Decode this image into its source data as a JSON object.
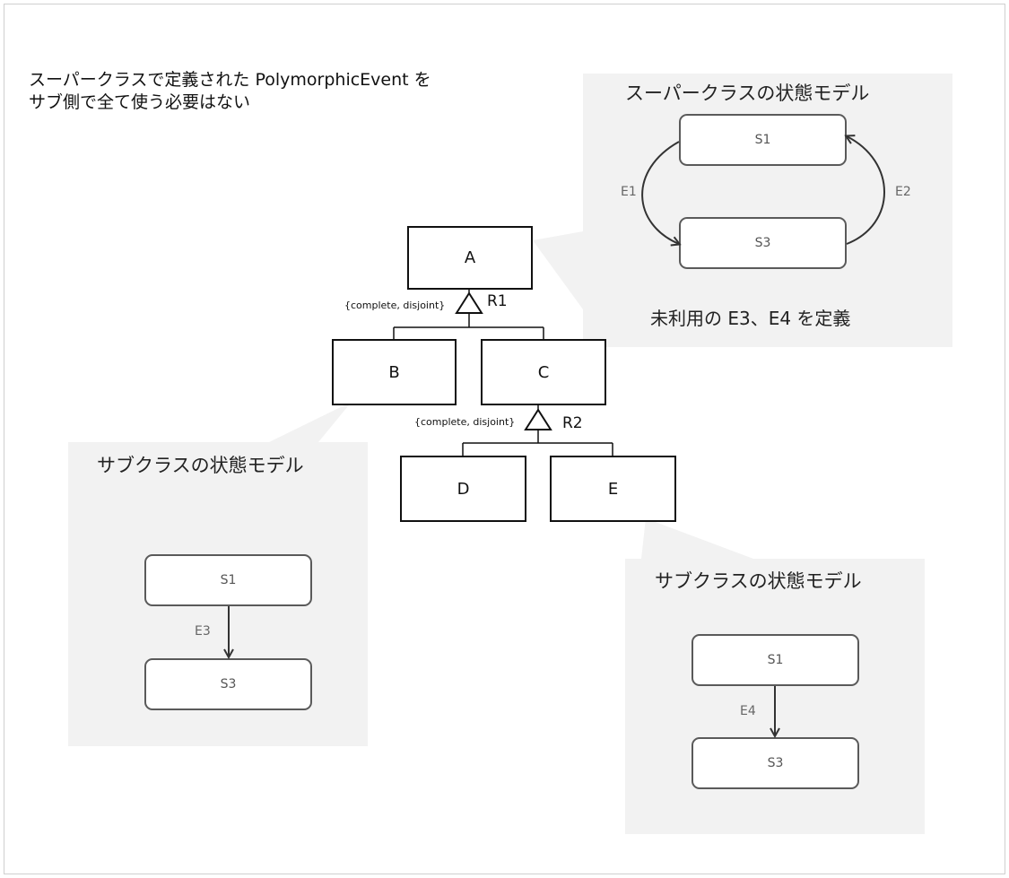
{
  "note": {
    "line1": "スーパークラスで定義された PolymorphicEvent を",
    "line2": "サブ側で全て使う必要はない"
  },
  "super_panel": {
    "title": "スーパークラスの状態モデル",
    "state_s1": "S1",
    "state_s3": "S3",
    "event_e1": "E1",
    "event_e2": "E2",
    "caption": "未利用の E3、E4 を定義"
  },
  "sub_panel_b": {
    "title": "サブクラスの状態モデル",
    "state_s1": "S1",
    "state_s3": "S3",
    "event": "E3"
  },
  "sub_panel_e": {
    "title": "サブクラスの状態モデル",
    "state_s1": "S1",
    "state_s3": "S3",
    "event": "E4"
  },
  "classes": {
    "a": "A",
    "b": "B",
    "c": "C",
    "d": "D",
    "e": "E"
  },
  "relations": {
    "r1_label": "R1",
    "r1_constraint": "{complete, disjoint}",
    "r2_label": "R2",
    "r2_constraint": "{complete, disjoint}"
  }
}
